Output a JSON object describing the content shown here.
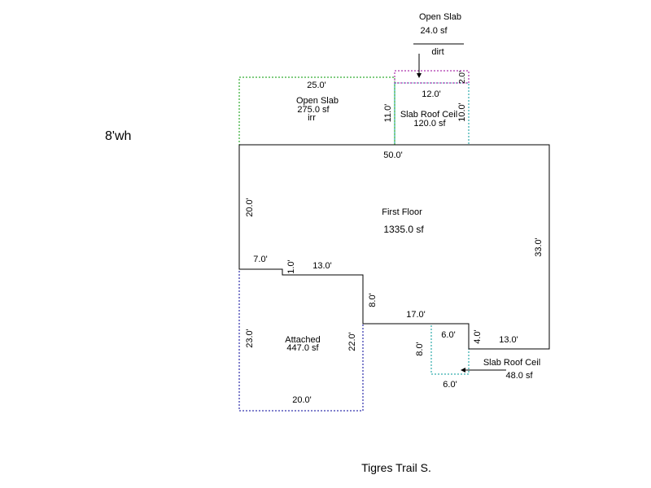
{
  "page_note": "8'wh",
  "street_name": "Tigres Trail S.",
  "colors": {
    "main_outline": "#000000",
    "open_slab_green": "#009900",
    "slab_roof_teal": "#009999",
    "top_slab_purple": "#990099",
    "attached_blue": "#000099"
  },
  "areas": {
    "first_floor": {
      "label": "First Floor",
      "area": "1335.0 sf"
    },
    "open_slab_top": {
      "label": "Open Slab",
      "area": "24.0 sf",
      "note": "dirt"
    },
    "open_slab_left": {
      "label": "Open Slab",
      "area": "275.0 sf",
      "note": "irr"
    },
    "slab_roof_top": {
      "label": "Slab Roof Ceil",
      "area": "120.0 sf"
    },
    "attached": {
      "label": "Attached",
      "area": "447.0 sf"
    },
    "slab_roof_bottom": {
      "label": "Slab Roof Ceil",
      "area": "48.0 sf"
    }
  },
  "dimensions": {
    "open_slab_left_width": "25.0'",
    "open_slab_left_height": "11.0'",
    "slab_roof_top_width": "12.0'",
    "slab_roof_top_height": "10.0'",
    "open_slab_top_height": "2.0'",
    "main_top": "50.0'",
    "main_left_upper": "20.0'",
    "main_right": "33.0'",
    "step_7": "7.0'",
    "step_1": "1.0'",
    "step_13": "13.0'",
    "step_8": "8.0'",
    "step_17": "17.0'",
    "bottom_notch_6_top": "6.0'",
    "bottom_notch_4": "4.0'",
    "bottom_right_13": "13.0'",
    "bottom_notch_8": "8.0'",
    "bottom_notch_6_bottom": "6.0'",
    "attached_left": "23.0'",
    "attached_right": "22.0'",
    "attached_bottom": "20.0'"
  }
}
